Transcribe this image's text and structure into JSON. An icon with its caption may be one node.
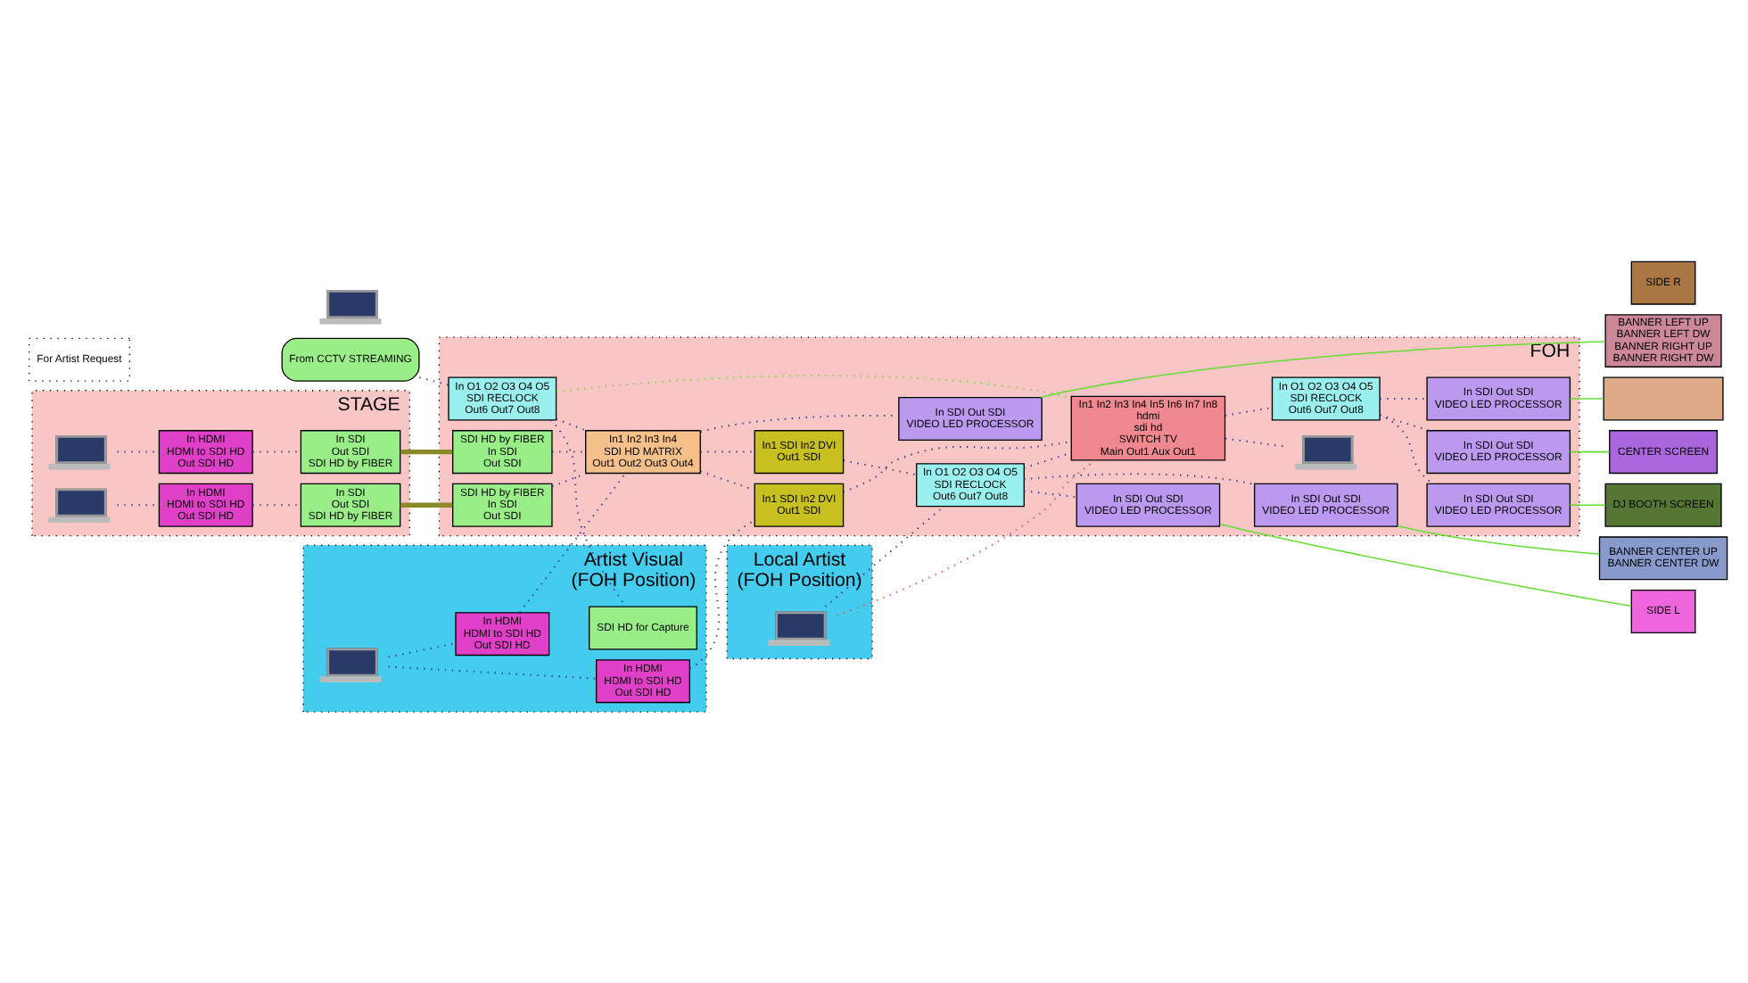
{
  "diagram": {
    "nodes": [
      {
        "text": [
          "STAGE"
        ]
      },
      {
        "text": [],
        "shape": "picture",
        "in": 0
      },
      {
        "text": [],
        "shape": "picture",
        "in": 0
      },
      {
        "text": [
          "In HDMI",
          "HDMI to SDI HD",
          "Out SDI HD"
        ],
        "in": 0
      },
      {
        "text": [
          "In HDMI",
          "HDMI to SDI HD",
          "Out SDI HD"
        ],
        "in": 0
      },
      {
        "text": [
          "In SDI",
          "Out SDI",
          "SDI HD by FIBER"
        ],
        "in": 0
      },
      {
        "text": [
          "In SDI",
          "Out SDI",
          "SDI HD by FIBER"
        ],
        "in": 0
      },
      {
        "text": [
          "For Artist Request"
        ]
      },
      {
        "text": [],
        "shape": "picture"
      },
      {
        "text": [
          "From CCTV STREAMING"
        ]
      },
      {
        "text": [
          "FOH"
        ]
      },
      {
        "text": [
          "SDI HD by FIBER",
          "In SDI",
          "Out SDI"
        ],
        "in": 10
      },
      {
        "text": [
          "SDI HD by FIBER",
          "In SDI",
          "Out SDI"
        ],
        "in": 10
      },
      {
        "text": [
          "In O1 O2 O3 O4 O5",
          "SDI RECLOCK",
          "Out6 Out7 Out8"
        ],
        "in": 10
      },
      {
        "text": [
          "In1 In2 In3 In4",
          "SDI HD MATRIX",
          "Out1 Out2 Out3 Out4"
        ],
        "in": 10
      },
      {
        "text": [
          "In1 SDI In2 DVI",
          "Out1 SDI"
        ],
        "in": 10
      },
      {
        "text": [
          "In1 SDI In2 DVI",
          "Out1 SDI"
        ],
        "in": 10
      },
      {
        "text": [
          "In O1 O2 O3 O4 O5",
          "SDI RECLOCK",
          "Out6 Out7 Out8"
        ],
        "in": 10
      },
      {
        "text": [
          "In1 In2 In3 In4 In5 In6 In7 In8",
          "hdmi",
          "sdi hd",
          "SWITCH TV",
          "Main Out1 Aux Out1"
        ],
        "in": 10
      },
      {
        "text": [],
        "shape": "picture",
        "in": 10
      },
      {
        "text": [
          "In O1 O2 O3 O4 O5",
          "SDI RECLOCK",
          "Out6 Out7 Out8"
        ],
        "in": 10
      },
      {
        "text": [
          "In SDI Out SDI",
          "VIDEO LED PROCESSOR"
        ],
        "in": 10
      },
      {
        "text": [
          "In SDI Out SDI",
          "VIDEO LED PROCESSOR"
        ],
        "in": 10
      },
      {
        "text": [
          "In SDI Out SDI",
          "VIDEO LED PROCESSOR"
        ],
        "in": 10
      },
      {
        "text": [
          "In SDI Out SDI",
          "VIDEO LED PROCESSOR"
        ],
        "in": 10
      },
      {
        "text": [
          "In SDI Out SDI",
          "VIDEO LED PROCESSOR"
        ],
        "in": 10
      },
      {
        "text": [
          "In SDI Out SDI",
          "VIDEO LED PROCESSOR"
        ],
        "in": 10
      },
      {
        "text": [
          "Artist Visual",
          "(FOH Position)"
        ]
      },
      {
        "text": [
          "SDI HD for Capture"
        ],
        "in": 27
      },
      {
        "text": [],
        "shape": "picture",
        "in": 27
      },
      {
        "text": [
          "In HDMI",
          "HDMI to SDI HD",
          "Out SDI HD"
        ],
        "in": 27
      },
      {
        "text": [
          "In HDMI",
          "HDMI to SDI HD",
          "Out SDI HD"
        ],
        "in": 27
      },
      {
        "text": [
          "Local Artist",
          "(FOH Position)"
        ]
      },
      {
        "text": [],
        "shape": "picture",
        "in": 32
      },
      {
        "text": [
          "BANNER LEFT UP",
          "BANNER LEFT DW",
          "BANNER RIGHT UP",
          "BANNER RIGHT DW"
        ]
      },
      {
        "text": [
          "BANNER CENTER UP",
          "BANNER CENTER DW"
        ]
      },
      {
        "text": [
          "SIDE L"
        ]
      },
      {
        "text": [
          "SIDE R"
        ]
      },
      {
        "text": [],
        "shape": "bar"
      },
      {
        "text": [
          "CENTER SCREEN"
        ]
      },
      {
        "text": [
          "DJ BOOTH SCREEN"
        ]
      }
    ],
    "edges": [
      {
        "from": 1,
        "to": 3,
        "arrow": "none",
        "style": "dashed"
      },
      {
        "from": 2,
        "to": 4,
        "arrow": "none",
        "style": "dashed"
      },
      {
        "from": 3,
        "to": 5,
        "arrow": "none",
        "style": "dashed"
      },
      {
        "from": 4,
        "to": 6,
        "arrow": "none",
        "style": "dashed"
      },
      {
        "from": 5,
        "to": 11,
        "arrow": "none",
        "style": "thick",
        "color": "#8a8a2a"
      },
      {
        "from": 6,
        "to": 12,
        "arrow": "none",
        "style": "thick",
        "color": "#8a8a2a"
      },
      {
        "from": 9,
        "to": 13,
        "arrow": "none",
        "style": "dashed"
      },
      {
        "from": 11,
        "to": 14,
        "arrow": "none",
        "style": "dashed"
      },
      {
        "from": 12,
        "to": 14,
        "arrow": "none",
        "style": "dashed"
      },
      {
        "from": 13,
        "to": 14,
        "arrow": "none",
        "style": "dashed"
      },
      {
        "from": 13,
        "to": 18,
        "arrow": "none",
        "style": "dashed",
        "color": "#66dd33"
      },
      {
        "from": 13,
        "to": 28,
        "arrow": "none",
        "style": "dashed"
      },
      {
        "from": 29,
        "to": 30,
        "arrow": "none",
        "style": "dashed"
      },
      {
        "from": 29,
        "to": 31,
        "arrow": "none",
        "style": "dashed"
      },
      {
        "from": 30,
        "to": 14,
        "arrow": "none",
        "style": "dashed"
      },
      {
        "from": 31,
        "to": 15,
        "arrow": "none",
        "style": "dashed"
      },
      {
        "from": 14,
        "to": 15,
        "arrow": "none",
        "style": "dashed"
      },
      {
        "from": 14,
        "to": 16,
        "arrow": "none",
        "style": "dashed"
      },
      {
        "from": 14,
        "to": 21,
        "arrow": "none",
        "style": "dashed"
      },
      {
        "from": 16,
        "to": 17,
        "arrow": "none",
        "style": "dashed"
      },
      {
        "from": 17,
        "to": 22,
        "arrow": "none",
        "style": "dashed"
      },
      {
        "from": 17,
        "to": 23,
        "arrow": "none",
        "style": "dashed"
      },
      {
        "from": 17,
        "to": 18,
        "arrow": "none",
        "style": "dashed"
      },
      {
        "from": 15,
        "to": 18,
        "arrow": "none",
        "style": "dashed"
      },
      {
        "from": 18,
        "to": 19,
        "arrow": "none",
        "style": "dashed"
      },
      {
        "from": 18,
        "to": 20,
        "arrow": "none",
        "style": "dashed"
      },
      {
        "from": 20,
        "to": 24,
        "arrow": "none",
        "style": "dashed"
      },
      {
        "from": 20,
        "to": 25,
        "arrow": "none",
        "style": "dashed"
      },
      {
        "from": 20,
        "to": 26,
        "arrow": "none",
        "style": "dashed"
      },
      {
        "from": 33,
        "to": 18,
        "arrow": "none",
        "style": "dashed",
        "color": "#ee4455"
      },
      {
        "from": 33,
        "to": 17,
        "arrow": "none",
        "style": "dashed"
      },
      {
        "from": 21,
        "to": 34,
        "arrow": "none",
        "color": "#66dd33"
      },
      {
        "from": 22,
        "to": 35,
        "arrow": "none",
        "color": "#66dd33"
      },
      {
        "from": 23,
        "to": 36,
        "arrow": "none",
        "color": "#66dd33"
      },
      {
        "from": 24,
        "to": 38,
        "arrow": "none",
        "color": "#66dd33"
      },
      {
        "from": 25,
        "to": 39,
        "arrow": "none",
        "color": "#66dd33"
      },
      {
        "from": 26,
        "to": 40,
        "arrow": "none",
        "color": "#66dd33"
      }
    ]
  }
}
